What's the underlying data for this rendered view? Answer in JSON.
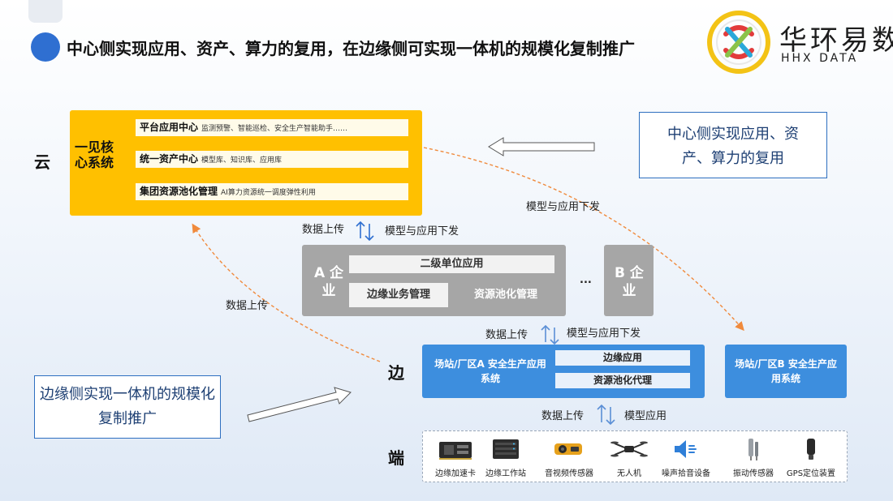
{
  "header": {
    "title": "中心侧实现应用、资产、算力的复用，在边缘侧可实现一体机的规模化复制推广"
  },
  "logo": {
    "cn": "华环易数",
    "en": "HHX DATA"
  },
  "rows": {
    "cloud": "云",
    "edge": "边",
    "terminal": "端"
  },
  "cloud": {
    "core": "一见核心系统",
    "items": [
      {
        "name": "平台应用中心",
        "desc": "监测预警、智能巡检、安全生产智能助手……"
      },
      {
        "name": "统一资产中心",
        "desc": "模型库、知识库、应用库"
      },
      {
        "name": "集团资源池化管理",
        "desc": "AI算力资源统一调度弹性利用"
      }
    ]
  },
  "callouts": {
    "center": "中心侧实现应用、资产、算力的复用",
    "edge": "边缘侧实现一体机的规模化复制推广"
  },
  "annotations": {
    "data_upload": "数据上传",
    "model_app_dist": "模型与应用下发",
    "model_app": "模型应用",
    "ellipsis": "..."
  },
  "enterprise_a": {
    "label": "A 企业",
    "app": "二级单位应用",
    "biz": "边缘业务管理",
    "pool": "资源池化管理"
  },
  "enterprise_b": {
    "label": "B 企业"
  },
  "edge_a": {
    "label": "场站/厂区A 安全生产应用系统",
    "app": "边缘应用",
    "agent": "资源池化代理"
  },
  "edge_b": {
    "label": "场站/厂区B 安全生产应用系统"
  },
  "devices": [
    {
      "label": "边缘加速卡",
      "icon": "accelerator-card-icon"
    },
    {
      "label": "边缘工作站",
      "icon": "workstation-icon"
    },
    {
      "label": "音视频传感器",
      "icon": "av-sensor-icon"
    },
    {
      "label": "无人机",
      "icon": "drone-icon"
    },
    {
      "label": "噪声拾音设备",
      "icon": "speaker-icon"
    },
    {
      "label": "振动传感器",
      "icon": "vibration-sensor-icon"
    },
    {
      "label": "GPS定位装置",
      "icon": "gps-device-icon"
    }
  ],
  "colors": {
    "cloud": "#ffc000",
    "enterprise": "#a6a6a6",
    "edge": "#3d8ede",
    "accent": "#2f6fd1",
    "dashed_arrow": "#f08a3c"
  }
}
